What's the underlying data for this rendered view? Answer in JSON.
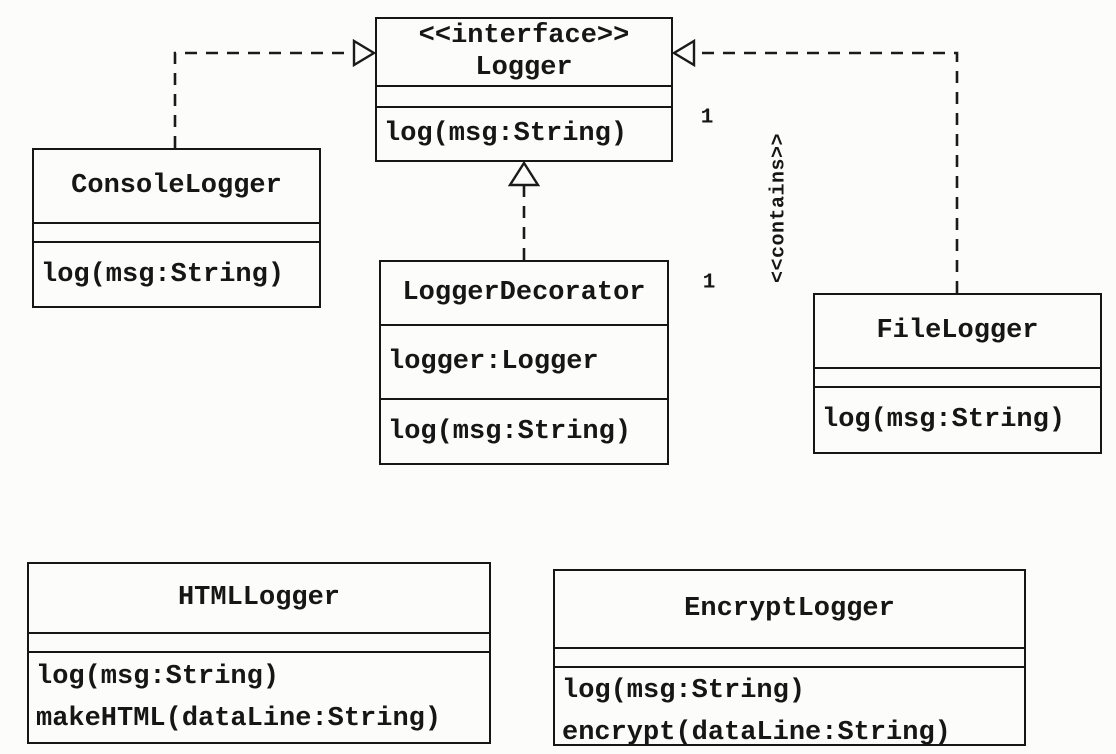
{
  "diagram": {
    "classes": {
      "logger": {
        "stereotype": "<<interface>>",
        "name": "Logger",
        "attributes": [],
        "methods": [
          "log(msg:String)"
        ]
      },
      "console_logger": {
        "name": "ConsoleLogger",
        "attributes": [],
        "methods": [
          "log(msg:String)"
        ]
      },
      "logger_decorator": {
        "name": "LoggerDecorator",
        "attributes": [
          "logger:Logger"
        ],
        "methods": [
          "log(msg:String)"
        ]
      },
      "file_logger": {
        "name": "FileLogger",
        "attributes": [],
        "methods": [
          "log(msg:String)"
        ]
      },
      "html_logger": {
        "name": "HTMLLogger",
        "attributes": [],
        "methods": [
          "log(msg:String)",
          "makeHTML(dataLine:String)"
        ]
      },
      "encrypt_logger": {
        "name": "EncryptLogger",
        "attributes": [],
        "methods": [
          "log(msg:String)",
          "encrypt(dataLine:String)"
        ]
      }
    },
    "labels": {
      "contains_stereotype": "<<contains>>",
      "aggregation_target_multiplicity": "1",
      "aggregation_source_multiplicity": "1"
    },
    "relationships": [
      {
        "from": "ConsoleLogger",
        "to": "Logger",
        "type": "realization"
      },
      {
        "from": "FileLogger",
        "to": "Logger",
        "type": "realization"
      },
      {
        "from": "LoggerDecorator",
        "to": "Logger",
        "type": "realization"
      },
      {
        "from": "LoggerDecorator",
        "to": "Logger",
        "type": "aggregation",
        "stereotype": "<<contains>>",
        "source_multiplicity": "1",
        "target_multiplicity": "1"
      },
      {
        "from": "HTMLLogger",
        "to": "LoggerDecorator",
        "type": "generalization"
      },
      {
        "from": "EncryptLogger",
        "to": "LoggerDecorator",
        "type": "generalization"
      }
    ]
  }
}
